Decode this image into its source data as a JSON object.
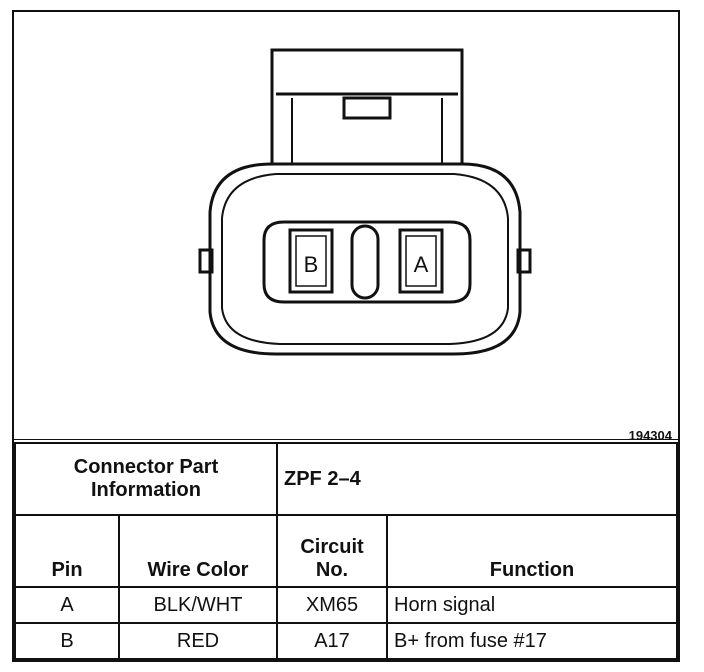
{
  "figure_id": "194304",
  "connector": {
    "pin_labels": [
      "B",
      "A"
    ]
  },
  "table": {
    "part_info_label": "Connector Part Information",
    "part_info_value": "ZPF 2–4",
    "headers": {
      "pin": "Pin",
      "wire_color": "Wire Color",
      "circuit_no": "Circuit No.",
      "function": "Function"
    },
    "rows": [
      {
        "pin": "A",
        "wire_color": "BLK/WHT",
        "circuit": "XM65",
        "function": "Horn signal"
      },
      {
        "pin": "B",
        "wire_color": "RED",
        "circuit": "A17",
        "function": "B+ from fuse #17"
      }
    ]
  }
}
